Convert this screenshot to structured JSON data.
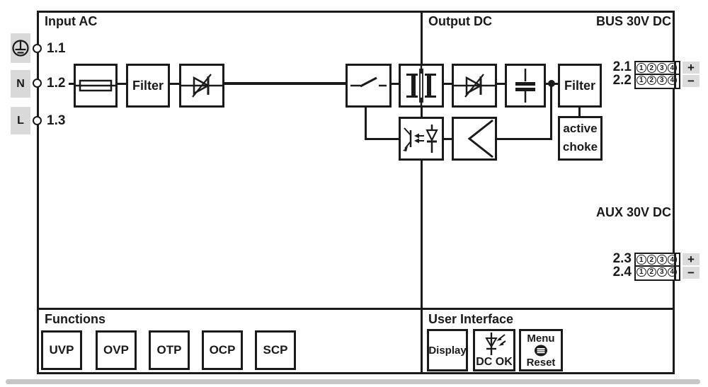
{
  "colors": {
    "line": "#1a1a1a",
    "terminal_bg": "#d9d9d9",
    "polarity_bg": "#dcdcdc",
    "shadow_bar": "#c6c6c6"
  },
  "sections": {
    "input_ac": {
      "title": "Input AC"
    },
    "output_dc": {
      "title": "Output DC"
    },
    "bus": {
      "title": "BUS 30V DC"
    },
    "aux": {
      "title": "AUX 30V DC"
    },
    "functions": {
      "title": "Functions",
      "items": [
        "UVP",
        "OVP",
        "OTP",
        "OCP",
        "SCP"
      ]
    },
    "user_interface": {
      "title": "User Interface",
      "display": "Display",
      "dc_ok": "DC OK",
      "menu": "Menu",
      "reset": "Reset"
    }
  },
  "input_terminals": [
    {
      "id": "1.1",
      "label": ""
    },
    {
      "id": "1.2",
      "label": "N"
    },
    {
      "id": "1.3",
      "label": "L"
    }
  ],
  "blocks": {
    "input_filter": "Filter",
    "output_filter": "Filter",
    "active_choke": [
      "active",
      "choke"
    ]
  },
  "connectors": [
    {
      "id": "2.1",
      "pins": [
        "1",
        "2",
        "3",
        "4"
      ],
      "polarity": "+"
    },
    {
      "id": "2.2",
      "pins": [
        "1",
        "2",
        "3",
        "4"
      ],
      "polarity": "−"
    },
    {
      "id": "2.3",
      "pins": [
        "1",
        "2",
        "3",
        "4"
      ],
      "polarity": "+"
    },
    {
      "id": "2.4",
      "pins": [
        "1",
        "2",
        "3",
        "4"
      ],
      "polarity": "−"
    }
  ],
  "icons": {
    "earth": "protective-earth-icon",
    "fuse": "fuse-icon",
    "rectifier": "diode-icon",
    "switch": "switch-icon",
    "transformer": "transformer-icon",
    "capacitor": "capacitor-icon",
    "optocoupler": "optocoupler-icon",
    "regulator": "amplifier-chevron-icon",
    "dc_ok_led": "led-icon",
    "menu_button": "round-button-icon"
  }
}
